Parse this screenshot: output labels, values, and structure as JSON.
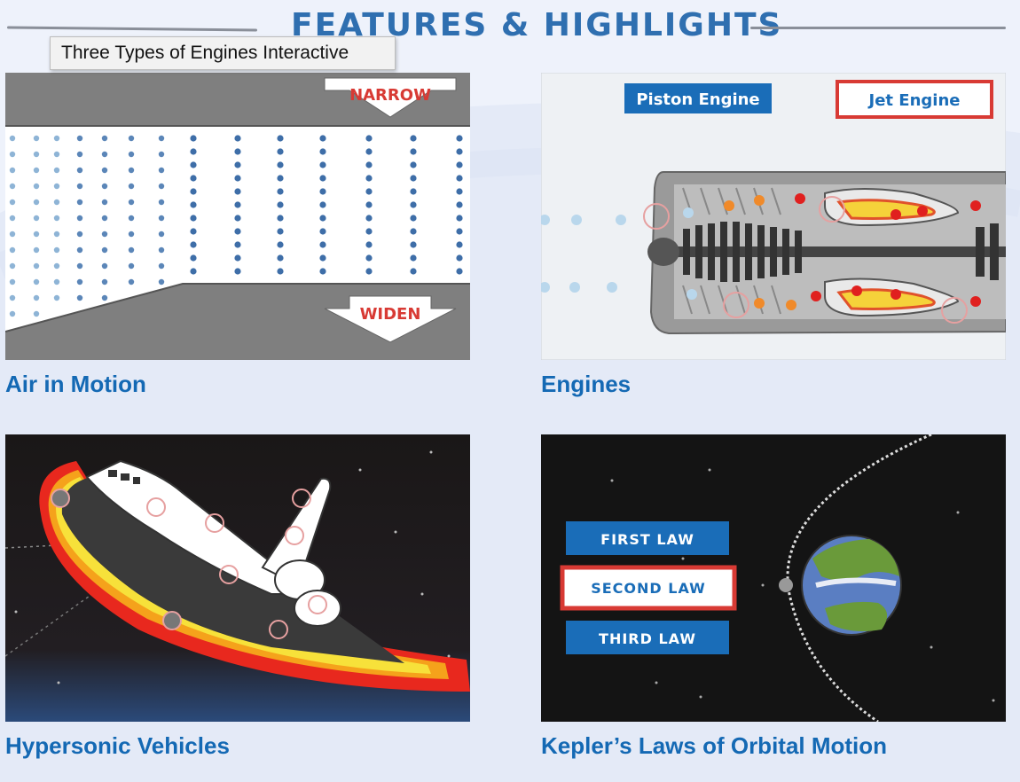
{
  "header": {
    "title": "FEATURES & HIGHLIGHTS"
  },
  "tooltip": {
    "text": "Three Types of Engines Interactive"
  },
  "cards": [
    {
      "title": "Air in Motion",
      "image_labels": {
        "top": "NARROW",
        "bottom": "WIDEN"
      }
    },
    {
      "title": "Engines",
      "image_labels": {
        "piston": "Piston Engine",
        "jet": "Jet Engine"
      }
    },
    {
      "title": "Hypersonic Vehicles"
    },
    {
      "title": "Kepler’s Laws of Orbital Motion",
      "image_labels": {
        "first": "FIRST LAW",
        "second": "SECOND LAW",
        "third": "THIRD LAW"
      }
    }
  ],
  "colors": {
    "title_blue": "#1469b4",
    "header_blue": "#2f6fb0",
    "accent_red": "#d83a34",
    "label_blue": "#1a6db8"
  }
}
